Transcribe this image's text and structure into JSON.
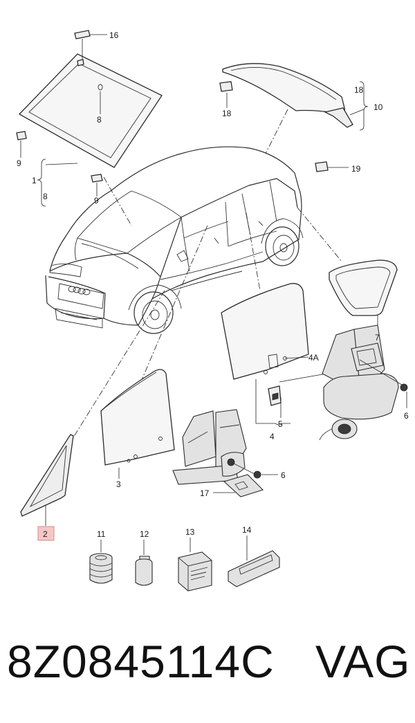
{
  "diagram": {
    "callouts": {
      "c1": "1",
      "c2": "2",
      "c3": "3",
      "c4": "4",
      "c4a": "4A",
      "c5": "5",
      "c6a": "6",
      "c6b": "6",
      "c7": "7",
      "c8a": "8",
      "c8b": "8",
      "c9a": "9",
      "c9b": "9",
      "c10": "10",
      "c11": "11",
      "c12": "12",
      "c13": "13",
      "c14": "14",
      "c16": "16",
      "c17": "17",
      "c18a": "18",
      "c18b": "18",
      "c19": "19"
    },
    "highlight_color": "#f4c7c7",
    "highlight_border": "#d98888"
  },
  "footer": {
    "part_number": "8Z0845114C",
    "brand": "VAG"
  }
}
